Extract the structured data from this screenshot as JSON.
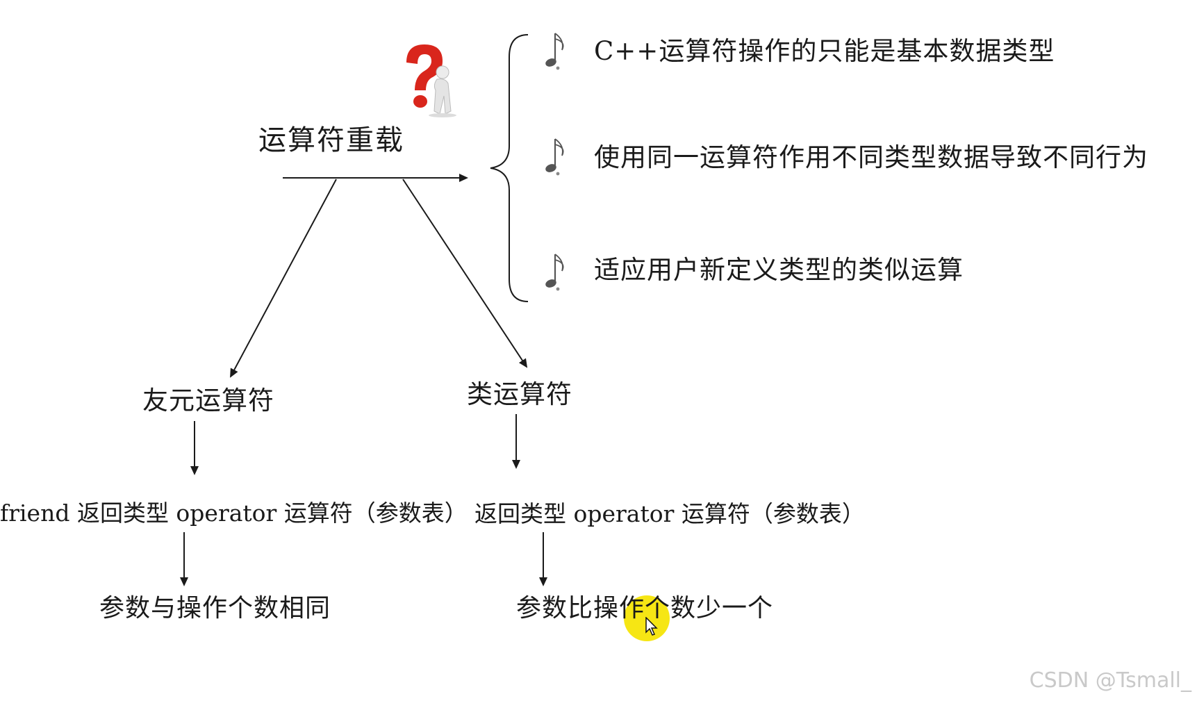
{
  "diagram": {
    "root": {
      "label": "运算符重载"
    },
    "purposes": [
      "C++运算符操作的只能是基本数据类型",
      "使用同一运算符作用不同类型数据导致不同行为",
      "适应用户新定义类型的类似运算"
    ],
    "branches": {
      "friend": {
        "label": "友元运算符",
        "syntax": "friend 返回类型 operator 运算符（参数表）",
        "rule": "参数与操作个数相同"
      },
      "member": {
        "label": "类运算符",
        "syntax": "返回类型 operator 运算符（参数表）",
        "rule": "参数比操作个数少一个"
      }
    },
    "icons": {
      "question": "question-mark-figure-icon",
      "bullet": "music-note-icon",
      "cursor": "mouse-pointer-icon"
    },
    "colors": {
      "question_mark": "#d9261c",
      "cursor_highlight": "#f5e400",
      "line": "#1a1a1a",
      "watermark": "#c9c9c9"
    }
  },
  "watermark": "CSDN @Tsmall_"
}
